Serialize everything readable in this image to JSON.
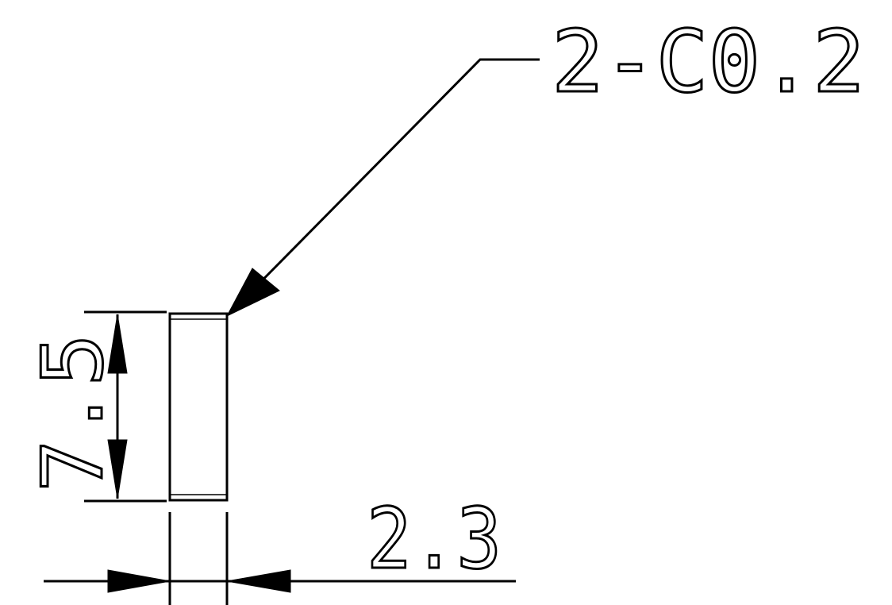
{
  "drawing": {
    "callout_label": "2-C0.2",
    "height_dimension": "7.5",
    "width_dimension": "2.3",
    "line_color": "#000000",
    "background_color": "#ffffff"
  }
}
